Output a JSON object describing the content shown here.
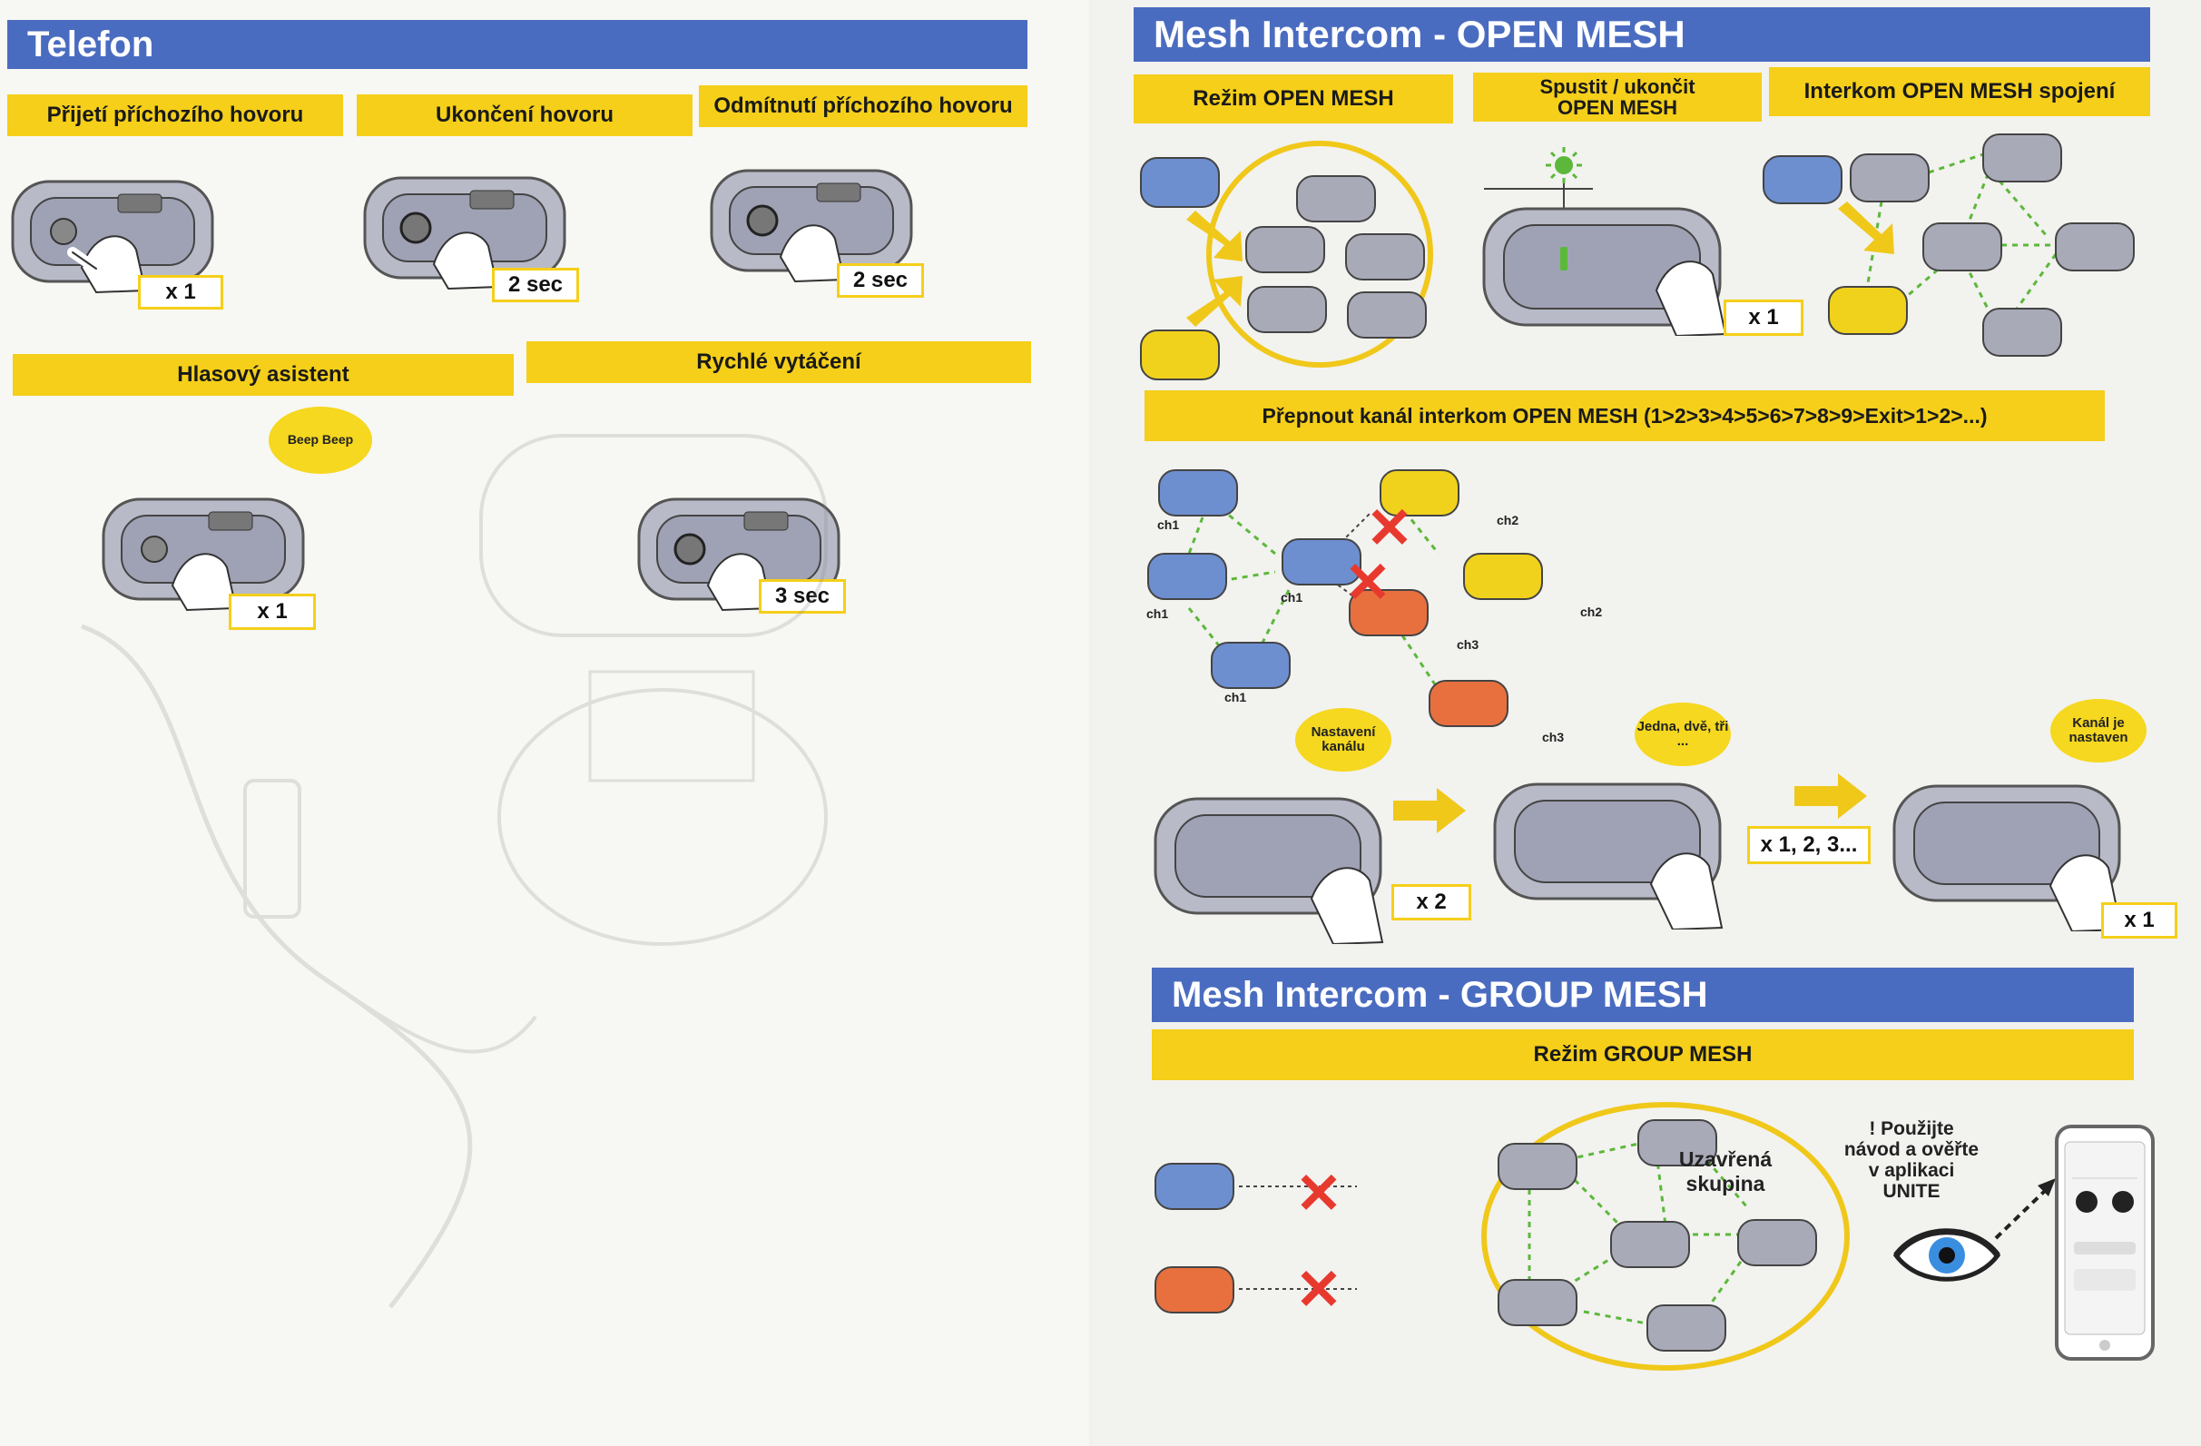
{
  "left": {
    "section_title": "Telefon",
    "row1": [
      {
        "heading": "Přijetí příchozího hovoru",
        "press": "x 1"
      },
      {
        "heading": "Ukončení hovoru",
        "press": "2 sec"
      },
      {
        "heading": "Odmítnutí příchozího hovoru",
        "press": "2 sec"
      }
    ],
    "row2": [
      {
        "heading": "Hlasový asistent",
        "press": "x 1",
        "bubble": "Beep Beep"
      },
      {
        "heading": "Rychlé vytáčení",
        "press": "3 sec"
      }
    ]
  },
  "right": {
    "open_mesh_title": "Mesh Intercom - OPEN MESH",
    "open_mesh_heads": [
      "Režim OPEN MESH",
      "Spustit / ukončit OPEN MESH",
      "Interkom OPEN MESH spojení"
    ],
    "start_press": "x 1",
    "channel_head": "Přepnout kanál interkom OPEN MESH (1>2>3>4>5>6>7>8>9>Exit>1>2>...)",
    "channels": {
      "ch1": "ch1",
      "ch2": "ch2",
      "ch3": "ch3"
    },
    "steps": [
      {
        "bubble": "Nastavení kanálu",
        "press": "x 2"
      },
      {
        "bubble": "Jedna, dvě, tři ...",
        "press": "x 1, 2, 3..."
      },
      {
        "bubble": "Kanál je nastaven",
        "press": "x 1"
      }
    ],
    "group_mesh_title": "Mesh Intercom - GROUP MESH",
    "group_head": "Režim GROUP MESH",
    "closed_group": "Uzavřená skupina",
    "app_note": "! Použijte návod a ověřte v aplikaci UNITE"
  },
  "colors": {
    "blue": "#4a6cc0",
    "yellow": "#f5cf1a",
    "red": "#e8392e",
    "green": "#5cb83a",
    "device_blue": "#6d8fd0",
    "device_yellow": "#f0d21c",
    "device_orange": "#e8703e"
  }
}
